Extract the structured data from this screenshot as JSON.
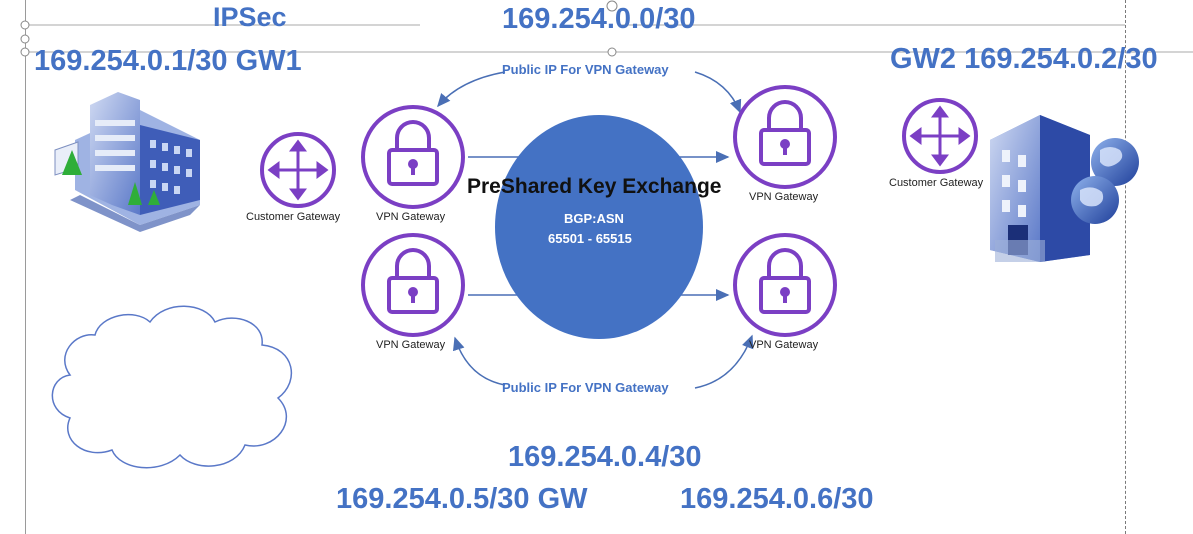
{
  "labels": {
    "ipsec": "IPSec",
    "gw1_ip": "169.254.0.1/30 GW1",
    "gw2_ip": "GW2 169.254.0.2/30",
    "subnet_top": "169.254.0.0/30",
    "subnet_bottom": "169.254.0.4/30",
    "gw_bottom_left": "169.254.0.5/30 GW",
    "gw_bottom_right": "169.254.0.6/30",
    "public_ip_top": "Public IP For VPN Gateway",
    "public_ip_bottom": "Public IP For VPN Gateway",
    "center_title": "PreShared Key Exchange",
    "bgp_label": "BGP:ASN",
    "asn_range": "65501 - 65515"
  },
  "nodes": {
    "customer_gateway_left": "Customer Gateway",
    "customer_gateway_right": "Customer Gateway",
    "vpn_gateway_top_left": "VPN Gateway",
    "vpn_gateway_bottom_left": "VPN Gateway",
    "vpn_gateway_top_right": "VPN Gateway",
    "vpn_gateway_bottom_right": "VPN Gateway"
  },
  "colors": {
    "ip_text": "#4472c4",
    "circle_fill": "#4472c4",
    "gateway_purple": "#7b3fc4",
    "arrow": "#4a6fb5"
  }
}
